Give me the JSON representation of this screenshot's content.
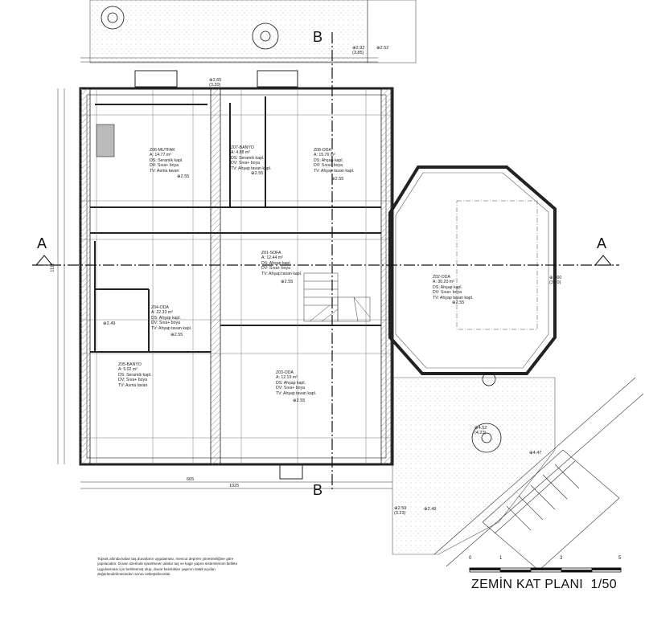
{
  "drawing": {
    "title": "ZEMİN KAT PLANI",
    "scale": "1/50",
    "scale_bar_ticks": [
      "0",
      "1",
      "3",
      "5"
    ],
    "note": "Toprak altında kalan taş duvarların uygulaması, mevcut deprem yönetmeliğine göre yapılacaktır. Duvar üzerinde işaretlenen akslar taş ve kagir yapım sistemlerinin birlikte uygulanması için belirlenmiş olup, duvar kalınlıkları yapının statik açıdan değerlendirilmesinden sonra netleştirilecektir.",
    "section_markers": [
      "A",
      "A",
      "B",
      "B"
    ]
  },
  "rooms": [
    {
      "name": "Z06-MUTFAK",
      "area": "A: 14.77 m²",
      "floor": "DS: Seramik kapl.",
      "wall": "DV: Sıva+ boya",
      "ceiling": "TV: Asma tavan",
      "elev": "2.55"
    },
    {
      "name": "Z07-BANYO",
      "area": "A: 4.88 m²",
      "floor": "DS: Seramik kapl.",
      "wall": "DV: Sıva+ boya",
      "ceiling": "TV: Ahşap tavan kapl.",
      "elev": "2.55"
    },
    {
      "name": "Z08-ODA",
      "area": "A: 15.76 m²",
      "floor": "DS: Ahşap kapl.",
      "wall": "DV: Sıva+ boya",
      "ceiling": "TV: Ahşap tavan kapl.",
      "elev": "2.55"
    },
    {
      "name": "Z01-SOFA",
      "area": "A: 12.44 m²",
      "floor": "DS: Ahşap kapl.",
      "wall": "DV: Sıva+ boya",
      "ceiling": "TV: Ahşap tavan kapl.",
      "elev": "2.55"
    },
    {
      "name": "Z02-ODA",
      "area": "A: 30.20 m²",
      "floor": "DS: Ahşap kapl.",
      "wall": "DV: Sıva+ boya",
      "ceiling": "TV: Ahşap tavan kapl.",
      "elev": "2.55"
    },
    {
      "name": "Z04-ODA",
      "area": "A: 22.33 m²",
      "floor": "DS: Ahşap kapl.",
      "wall": "DV: Sıva+ boya",
      "ceiling": "TV: Ahşap tavan kapl.",
      "elev": "2.55"
    },
    {
      "name": "Z05-BANYO",
      "area": "A: 5.02 m²",
      "floor": "DS: Seramik kapl.",
      "wall": "DV: Sıva+ boya",
      "ceiling": "TV: Asma tavan",
      "elev": "2.49"
    },
    {
      "name": "Z03-ODA",
      "area": "A: 12.19 m²",
      "floor": "DS: Ahşap kapl.",
      "wall": "DV: Sıva+ boya",
      "ceiling": "TV: Ahşap tavan kapl.",
      "elev": "2.55"
    }
  ],
  "levels": [
    {
      "value": "2.92",
      "sub": "(3.85)"
    },
    {
      "value": "2.52",
      "sub": ""
    },
    {
      "value": "2.65",
      "sub": "(3.20)"
    },
    {
      "value": "5.60",
      "sub": "(3.20)"
    },
    {
      "value": "4.52",
      "sub": "(4.23)"
    },
    {
      "value": "4.47",
      "sub": ""
    },
    {
      "value": "2.59",
      "sub": "(3.23)"
    },
    {
      "value": "2.49",
      "sub": ""
    }
  ],
  "dimensions": {
    "overall_width": "1025",
    "inner_width": "665",
    "height_left": "1112"
  }
}
